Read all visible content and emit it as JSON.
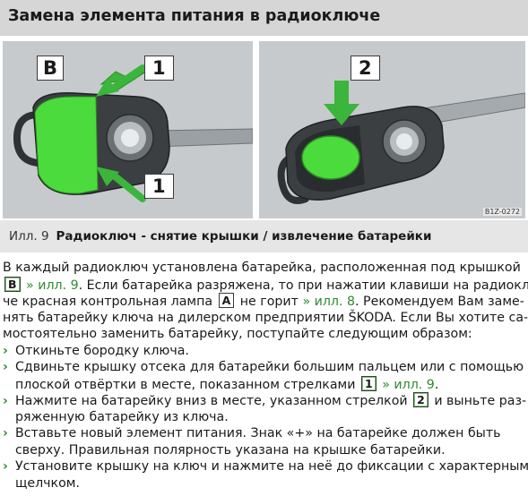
{
  "header": {
    "title": "Замена элемента питания в радиоключе"
  },
  "figure": {
    "callouts": {
      "b": "B",
      "one_top": "1",
      "one_bottom": "1",
      "two": "2"
    },
    "code": "B1Z-0272",
    "colors": {
      "cover_green": "#4cdb3c",
      "arrow_green": "#3bb53b",
      "panel_bg": "#c6cacd",
      "key_dark": "#3c3f42"
    }
  },
  "caption": {
    "number": "Илл. 9",
    "text": "Радиоключ - снятие крышки / извлечение батарейки"
  },
  "body": {
    "intro_1": "В каждый радиоключ установлена батарейка, расположенная под крышкой",
    "tag_b": "B",
    "ref_1": "» илл. 9",
    "intro_2a": ". Если батарейка разряжена, то при нажатии клавиши на радиоклю-",
    "intro_3a": "че красная контрольная лампа",
    "tag_a": "A",
    "intro_3b": "не горит",
    "ref_2": "» илл. 8",
    "intro_3c": ". Рекомендуем Вам заме-",
    "intro_4": "нять батарейку ключа на дилерском предприятии ŠKODA. Если Вы хотите са-",
    "intro_5": "мостоятельно заменить батарейку, поступайте следующим образом:",
    "chevron": "›",
    "step_1": "Откиньте бородку ключа.",
    "step_2a": "Сдвиньте крышку отсека для батарейки большим пальцем или с помощью",
    "step_2b": "плоской отвёртки в месте, показанном стрелками",
    "tag_1": "1",
    "ref_3": "» илл. 9",
    "step_2c": ".",
    "step_3a": "Нажмите на батарейку вниз в месте, указанном стрелкой",
    "tag_2": "2",
    "step_3b": "и выньте раз-",
    "step_3c": "ряженную батарейку из ключа.",
    "step_4a": "Вставьте новый элемент питания. Знак «+» на батарейке должен быть",
    "step_4b": "сверху. Правильная полярность указана на крышке батарейки.",
    "step_5a": "Установите крышку на ключ и нажмите на неё до фиксации с характерным",
    "step_5b": "щелчком."
  }
}
